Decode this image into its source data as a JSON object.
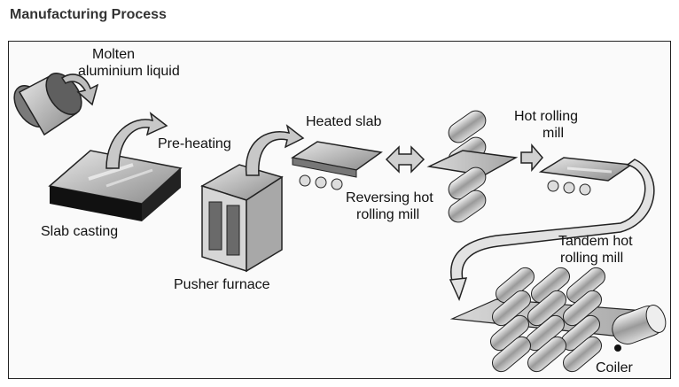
{
  "page": {
    "title": "Manufacturing Process"
  },
  "diagram": {
    "labels": {
      "molten_line1": "Molten",
      "molten_line2": "aluminium liquid",
      "pre_heating": "Pre-heating",
      "slab_casting": "Slab casting",
      "pusher_furnace": "Pusher furnace",
      "heated_slab": "Heated slab",
      "reversing_line1": "Reversing hot",
      "reversing_line2": "rolling mill",
      "hot_rolling_line1": "Hot rolling",
      "hot_rolling_line2": "mill",
      "tandem_line1": "Tandem hot",
      "tandem_line2": "rolling mill",
      "coiler": "Coiler"
    }
  }
}
